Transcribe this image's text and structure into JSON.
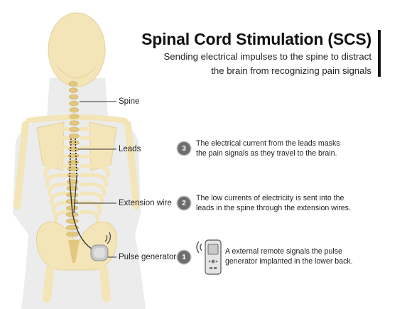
{
  "header": {
    "title": "Spinal Cord Stimulation (SCS)",
    "subtitle_line1": "Sending electrical impulses to the spine to distract",
    "subtitle_line2": "the brain from recognizing pain signals"
  },
  "labels": {
    "spine": "Spine",
    "leads": "Leads",
    "extension_wire": "Extension wire",
    "pulse_generator": "Pulse generator"
  },
  "steps": [
    {
      "number": "3",
      "line1": "The electrical current from the leads masks",
      "line2": "the pain signals as they travel to the brain."
    },
    {
      "number": "2",
      "line1": "The low currents of electricity is sent into the",
      "line2": "leads in the spine through the extension wires."
    },
    {
      "number": "1",
      "line1": "A external remote signals the pulse",
      "line2": "generator implanted in the lower back."
    }
  ],
  "colors": {
    "bone": "#f3e5b8",
    "spine": "#e2c77e",
    "body": "#ececec",
    "badge": "#6d6d6d"
  },
  "icons": {
    "remote": "remote-control-icon",
    "generator": "pulse-generator-icon",
    "signal": "wireless-signal-icon"
  }
}
